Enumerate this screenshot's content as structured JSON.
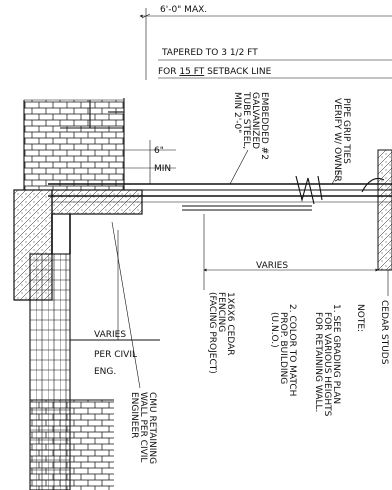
{
  "labels": {
    "max_dim": "6'-0\" MAX.",
    "tapered_line1": "TAPERED TO 3 1/2 FT",
    "tapered_line2_prefix": "FOR ",
    "tapered_line2_underlined": "15 FT",
    "tapered_line2_suffix": " SETBACK LINE",
    "min_dim_value": "6\"",
    "min_dim_word": "MIN",
    "embedded_line1": "EMBEDDED #2",
    "embedded_line2": "GALVANIZED",
    "embedded_line3": "TUBE STEEL,",
    "embedded_line4": "MIN 2'-0\"",
    "pipe_line1": "PIPE GRIP TIES",
    "pipe_line2": "VERIFY W/ OWNER",
    "varies_top": "VARIES",
    "varies_left": "VARIES",
    "per_civil_line1": "PER CIVIL",
    "per_civil_line2": "ENG.",
    "fencing_line1": "1X6X6 CEDAR",
    "fencing_line2": "FENCING",
    "fencing_line3": "(FACING PROJECT)",
    "cmu_line1": "CMU RETAINING",
    "cmu_line2": "WALL PER CIVIL",
    "cmu_line3": "ENGINEER",
    "note_title": "NOTE:",
    "note1_line1": "1. SEE GRADING PLAN",
    "note1_line2": "FOR VARIOUS HEIGHTS",
    "note1_line3": "FOR RETAINING WALL.",
    "note2_line1": "2. COLOR TO MATCH",
    "note2_line2": "PROP. BUILDING",
    "note2_line3": "(U.N.O.)",
    "cedar_studs": "CEDAR STUDS"
  }
}
